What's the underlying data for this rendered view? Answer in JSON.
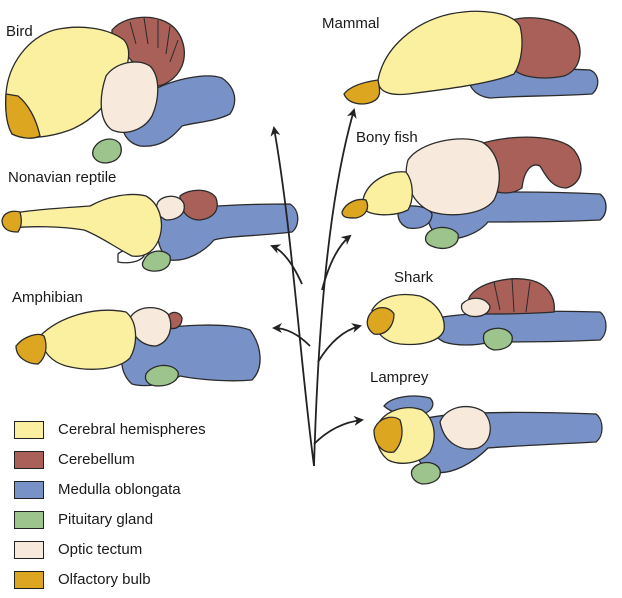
{
  "colors": {
    "cerebral": "#FAF0A0",
    "cerebellum": "#A86058",
    "medulla": "#7891C7",
    "pituitary": "#9DC48C",
    "optic": "#F7EADC",
    "olfactory": "#DDA620",
    "arrows": "#222222"
  },
  "animals": {
    "bird": "Bird",
    "mammal": "Mammal",
    "nonavian_reptile": "Nonavian reptile",
    "bony_fish": "Bony fish",
    "amphibian": "Amphibian",
    "shark": "Shark",
    "lamprey": "Lamprey"
  },
  "legend": [
    {
      "label": "Cerebral hemispheres",
      "color_key": "cerebral"
    },
    {
      "label": "Cerebellum",
      "color_key": "cerebellum"
    },
    {
      "label": "Medulla oblongata",
      "color_key": "medulla"
    },
    {
      "label": "Pituitary gland",
      "color_key": "pituitary"
    },
    {
      "label": "Optic tectum",
      "color_key": "optic"
    },
    {
      "label": "Olfactory bulb",
      "color_key": "olfactory"
    }
  ]
}
